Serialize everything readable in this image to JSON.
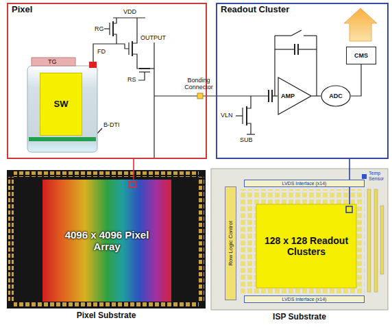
{
  "diagram": {
    "nodes": [
      {
        "text": [
          "Pixel"
        ]
      },
      {
        "text": [
          "SW"
        ],
        "in": 0
      },
      {
        "text": [
          "Readout Cluster"
        ]
      },
      {
        "text": [
          "AMP"
        ],
        "in": 2
      },
      {
        "text": [
          "ADC"
        ],
        "in": 2
      },
      {
        "text": [
          "CMS"
        ],
        "in": 2
      },
      {
        "text": [
          "Pixel Substrate"
        ]
      },
      {
        "text": [
          "4096 x 4096 Pixel Array"
        ],
        "in": 6
      },
      {
        "text": [
          "ISP Substrate"
        ]
      },
      {
        "text": [
          "LVDS Interface (x14)"
        ],
        "in": 8
      },
      {
        "text": [
          "Row Logic Control"
        ],
        "in": 8
      },
      {
        "text": [
          "128 x 128 Readout Clusters"
        ],
        "in": 8
      },
      {
        "text": [
          "LVDS Interface (x14)"
        ],
        "in": 8
      }
    ],
    "edges": [
      {
        "from": 0,
        "to": 7,
        "arrow": "none"
      },
      {
        "from": 2,
        "to": 11,
        "arrow": "none"
      },
      {
        "from": 3,
        "to": 4,
        "arrow": "none"
      },
      {
        "from": 4,
        "to": 5,
        "arrow": "none"
      }
    ],
    "labels": [
      "VDD",
      "RG",
      "FD",
      "TG",
      "OUTPUT",
      "RS",
      "B-DTI",
      "Bonding Connector",
      "VLN",
      "SUB",
      "Temp Sensor"
    ]
  }
}
